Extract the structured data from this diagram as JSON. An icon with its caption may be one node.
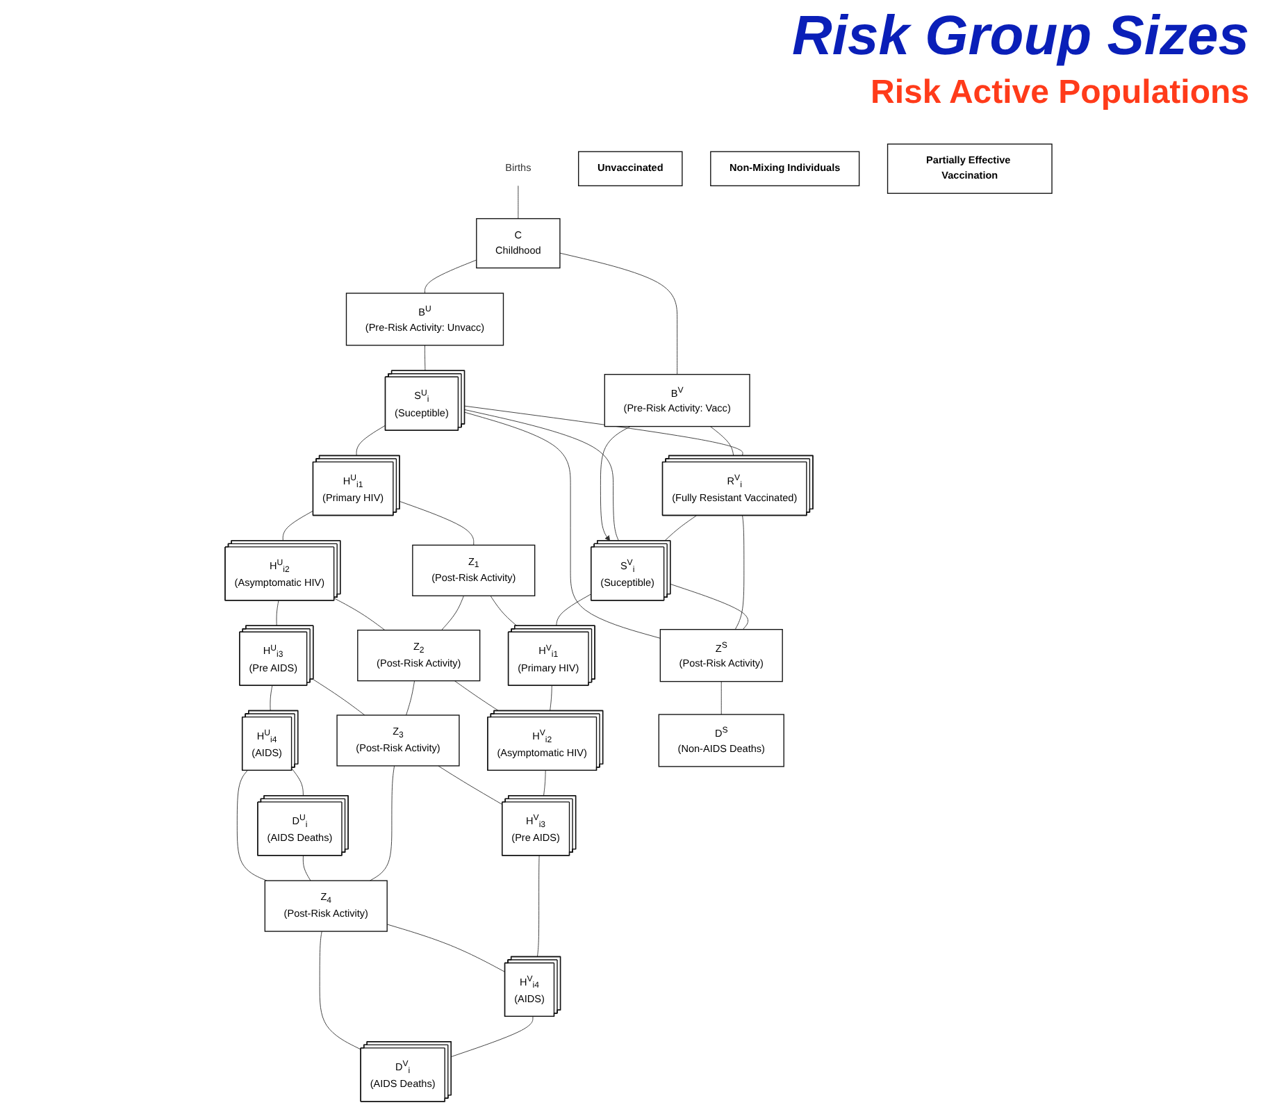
{
  "diagram": {
    "title": "Risk Group Sizes",
    "nodes": [
      {
        "text": [
          "Births"
        ]
      },
      {
        "text": [
          "C",
          "Childhood"
        ]
      },
      {
        "text": [
          "B$^{V}$",
          "(Pre-Risk Activity: Vacc)"
        ]
      },
      {
        "text": [
          "B$^{U}$",
          "(Pre-Risk Activity: Unvacc)"
        ]
      },
      {
        "text": [
          "Unvaccinated"
        ]
      },
      {
        "text": [
          "S$^{U}$$_{i}$",
          "(Suceptible)"
        ]
      },
      {
        "text": [
          "H$^{U}$$_{i1}$",
          "(Primary HIV)"
        ]
      },
      {
        "text": [
          "H$^{U}$$_{i2}$",
          "(Asymptomatic HIV)"
        ]
      },
      {
        "text": [
          "H$^{U}$$_{i3}$",
          "(Pre AIDS)"
        ]
      },
      {
        "text": [
          "H$^{U}$$_{i4}$",
          "(AIDS)"
        ]
      },
      {
        "text": [
          "D$^{U}$$_{i}$",
          "(AIDS Deaths)"
        ]
      },
      {
        "text": [
          "R$^{V}$$_{i}$",
          "(Fully Resistant Vaccinated)"
        ]
      },
      {
        "text": [
          "Z$_{1}$",
          "(Post-Risk Activity)"
        ]
      },
      {
        "text": [
          "Z$_{2}$",
          "(Post-Risk Activity)"
        ]
      },
      {
        "text": [
          "Z$_{3}$",
          "(Post-Risk Activity)"
        ]
      },
      {
        "text": [
          "Z$_{4}$",
          "(Post-Risk Activity)"
        ]
      },
      {
        "text": [
          "Non-Mixing Individuals"
        ]
      },
      {
        "text": [
          "S$^{V}$$_{i}$",
          "(Suceptible)"
        ]
      },
      {
        "text": [
          "H$^{V}$$_{i1}$",
          "(Primary HIV)"
        ]
      },
      {
        "text": [
          "H$^{V}$$_{i2}$",
          "(Asymptomatic HIV)"
        ]
      },
      {
        "text": [
          "H$^{V}$$_{i3}$",
          "(Pre AIDS)"
        ]
      },
      {
        "text": [
          "H$^{V}$$_{i4}$",
          "(AIDS)"
        ]
      },
      {
        "text": [
          "D$^{V}$$_{i}$",
          "(AIDS Deaths)"
        ]
      },
      {
        "text": [
          "Partially Effective Vaccination"
        ]
      },
      {
        "text": [
          "Z$^{S}$",
          "(Post-Risk Activity)"
        ]
      },
      {
        "text": [
          "D$^{S}$",
          "(Non-AIDS Deaths)"
        ]
      }
    ],
    "edges": [
      {
        "from": 0,
        "to": 1,
        "arrow": "none"
      },
      {
        "from": 1,
        "to": 2,
        "arrow": "none"
      },
      {
        "from": 1,
        "to": 3,
        "arrow": "none"
      },
      {
        "from": 2,
        "to": 11,
        "arrow": "none"
      },
      {
        "from": 2,
        "to": 17,
        "arrow": "to"
      },
      {
        "from": 3,
        "to": 5,
        "arrow": "none"
      },
      {
        "from": 5,
        "to": 6,
        "arrow": "none"
      },
      {
        "from": 6,
        "to": 7,
        "arrow": "none"
      },
      {
        "from": 7,
        "to": 8,
        "arrow": "none"
      },
      {
        "from": 8,
        "to": 9,
        "arrow": "none"
      },
      {
        "from": 9,
        "to": 10,
        "arrow": "none"
      },
      {
        "from": 5,
        "to": 11,
        "arrow": "none"
      },
      {
        "from": 5,
        "to": 17,
        "arrow": "none"
      },
      {
        "from": 5,
        "to": 24,
        "arrow": "none"
      },
      {
        "from": 6,
        "to": 12,
        "arrow": "none"
      },
      {
        "from": 7,
        "to": 13,
        "arrow": "none"
      },
      {
        "from": 8,
        "to": 14,
        "arrow": "none"
      },
      {
        "from": 9,
        "to": 15,
        "arrow": "none"
      },
      {
        "from": 10,
        "to": 15,
        "arrow": "none"
      },
      {
        "from": 12,
        "to": 13,
        "arrow": "none"
      },
      {
        "from": 13,
        "to": 14,
        "arrow": "none"
      },
      {
        "from": 14,
        "to": 15,
        "arrow": "none"
      },
      {
        "from": 11,
        "to": 17,
        "arrow": "none"
      },
      {
        "from": 11,
        "to": 24,
        "arrow": "none"
      },
      {
        "from": 12,
        "to": 18,
        "arrow": "none"
      },
      {
        "from": 13,
        "to": 19,
        "arrow": "none"
      },
      {
        "from": 14,
        "to": 20,
        "arrow": "none"
      },
      {
        "from": 15,
        "to": 21,
        "arrow": "none"
      },
      {
        "from": 15,
        "to": 22,
        "arrow": "none"
      },
      {
        "from": 17,
        "to": 18,
        "arrow": "none"
      },
      {
        "from": 18,
        "to": 19,
        "arrow": "none"
      },
      {
        "from": 19,
        "to": 20,
        "arrow": "none"
      },
      {
        "from": 20,
        "to": 21,
        "arrow": "none"
      },
      {
        "from": 21,
        "to": 22,
        "arrow": "none"
      },
      {
        "from": 17,
        "to": 24,
        "arrow": "none"
      },
      {
        "from": 24,
        "to": 25,
        "arrow": "none"
      }
    ],
    "labels": [
      "Risk Active Populations"
    ]
  }
}
